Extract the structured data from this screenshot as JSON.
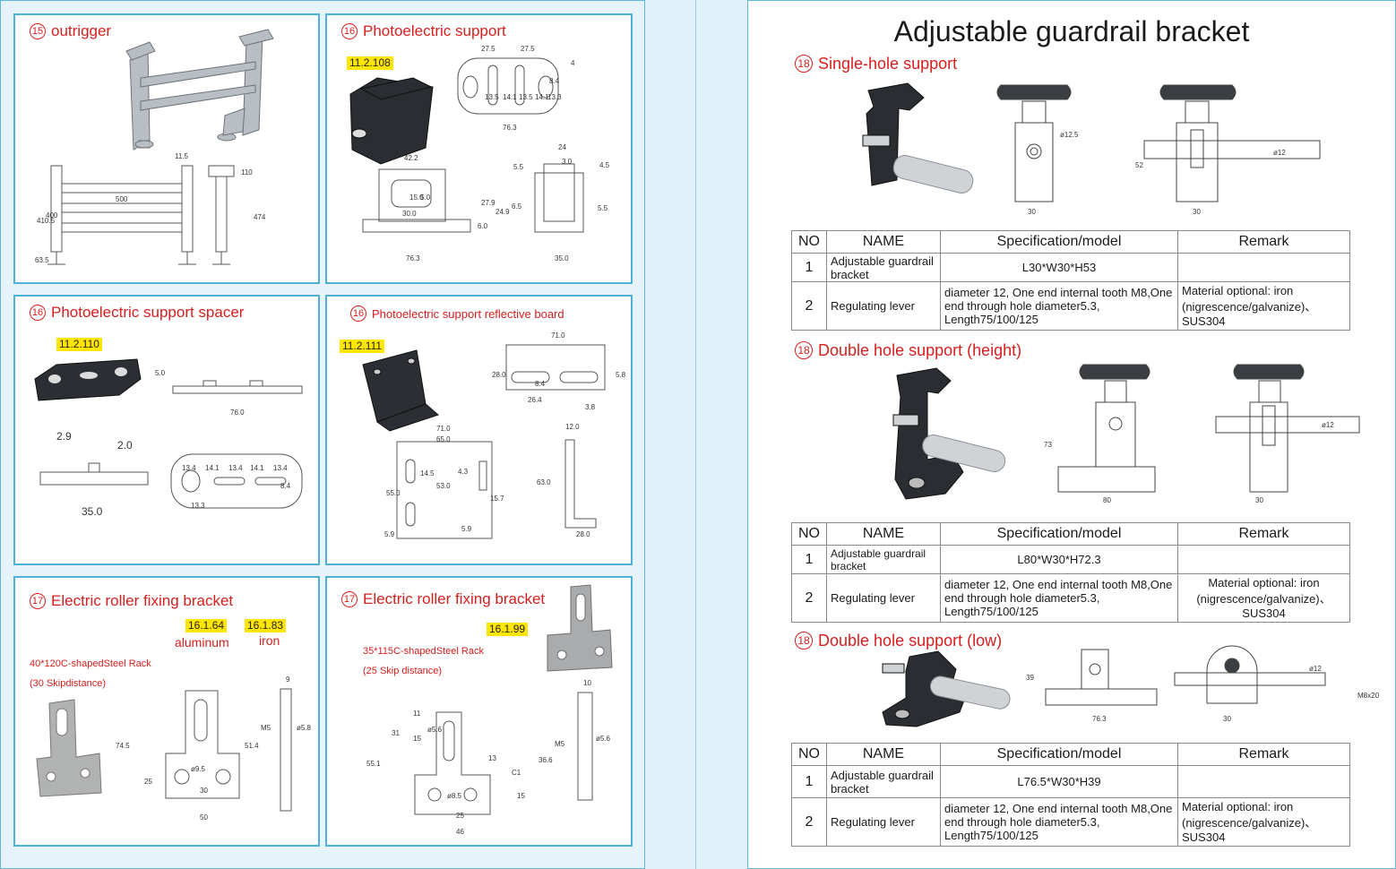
{
  "left": {
    "outrigger": {
      "num": "15",
      "title": "outrigger",
      "dims": [
        "11.5",
        "110",
        "410.5",
        "400",
        "500",
        "474",
        "63.5"
      ]
    },
    "photo_support": {
      "num": "16",
      "title": "Photoelectric support",
      "code": "11.2.108",
      "dims": [
        "27.5",
        "27.5",
        "4",
        "13.5",
        "14.1",
        "13.5",
        "14.1",
        "13.3",
        "8.4",
        "76.3",
        "24",
        "42.2",
        "3.0",
        "5.5",
        "4.5",
        "15.0",
        "5.0",
        "27.9",
        "24.9",
        "6.5",
        "5.5",
        "30.0",
        "6.0",
        "76.3",
        "35.0"
      ]
    },
    "spacer": {
      "num": "16",
      "title": "Photoelectric support spacer",
      "code": "11.2.110",
      "dims": [
        "5.0",
        "76.0",
        "2.9",
        "2.0",
        "35.0",
        "13.4",
        "14.1",
        "13.4",
        "14.1",
        "13.4",
        "8.4",
        "13.3"
      ]
    },
    "reflective": {
      "num": "16",
      "title": "Photoelectric support reflective board",
      "code": "11.2.111",
      "dims": [
        "71.0",
        "28.0",
        "8.4",
        "5.8",
        "26.4",
        "3.8",
        "71.0",
        "65.0",
        "12.0",
        "14.5",
        "4.3",
        "53.0",
        "55.0",
        "15.7",
        "63.0",
        "5.9",
        "5.9",
        "28.0"
      ]
    },
    "roller1": {
      "num": "17",
      "title": "Electric roller fixing bracket",
      "code1": "16.1.64",
      "code2": "16.1.83",
      "mat1": "aluminum",
      "mat2": "iron",
      "line1": "40*120C-shapedSteel Rack",
      "line2": "(30 Skipdistance)",
      "dims": [
        "9",
        "74.5",
        "51.4",
        "M5",
        "ø5.8",
        "ø9.5",
        "25",
        "30",
        "50"
      ]
    },
    "roller2": {
      "num": "17",
      "title": "Electric roller fixing bracket",
      "code": "16.1.99",
      "line1": "35*115C-shapedSteel Rack",
      "line2": "(25 Skip distance)",
      "dims": [
        "10",
        "11",
        "31",
        "15",
        "ø5.6",
        "55.1",
        "13",
        "C1",
        "36.6",
        "M5",
        "ø5.6",
        "ø8.5",
        "15",
        "25",
        "46"
      ]
    }
  },
  "right": {
    "title": "Adjustable guardrail bracket",
    "sections": [
      {
        "num": "18",
        "title": "Single-hole support",
        "dims": [
          "ø12.5",
          "52",
          "30",
          "30",
          "ø12"
        ],
        "headers": [
          "NO",
          "NAME",
          "Specification/model",
          "Remark"
        ],
        "rows": [
          {
            "no": "1",
            "name": "Adjustable guardrail bracket",
            "spec": "L30*W30*H53",
            "remark": ""
          },
          {
            "no": "2",
            "name": "Regulating lever",
            "spec": "diameter 12,  One end internal tooth M8,One end through hole diameter5.3, Length75/100/125",
            "remark": "Material optional: iron (nigrescence/galvanize)、SUS304"
          }
        ]
      },
      {
        "num": "18",
        "title": "Double hole support (height)",
        "dims": [
          "73",
          "80",
          "30",
          "ø12"
        ],
        "headers": [
          "NO",
          "NAME",
          "Specification/model",
          "Remark"
        ],
        "rows": [
          {
            "no": "1",
            "name": "Adjustable guardrail bracket",
            "spec": "L80*W30*H72.3",
            "remark": ""
          },
          {
            "no": "2",
            "name": "Regulating lever",
            "spec": "diameter 12,  One end internal tooth M8,One end through hole diameter5.3, Length75/100/125",
            "remark": "Material optional: iron (nigrescence/galvanize)、SUS304"
          }
        ]
      },
      {
        "num": "18",
        "title": "Double hole support (low)",
        "dims": [
          "39",
          "76.3",
          "30",
          "ø12",
          "M8x20"
        ],
        "headers": [
          "NO",
          "NAME",
          "Specification/model",
          "Remark"
        ],
        "rows": [
          {
            "no": "1",
            "name": "Adjustable guardrail bracket",
            "spec": "L76.5*W30*H39",
            "remark": ""
          },
          {
            "no": "2",
            "name": "Regulating lever",
            "spec": "diameter 12,  One end internal tooth M8,One end through hole diameter5.3, Length75/100/125",
            "remark": "Material optional: iron (nigrescence/galvanize)、SUS304"
          }
        ]
      }
    ]
  },
  "colors": {
    "accent": "#d6201f",
    "frame": "#4eb0d8",
    "highlight": "#ffe600"
  }
}
